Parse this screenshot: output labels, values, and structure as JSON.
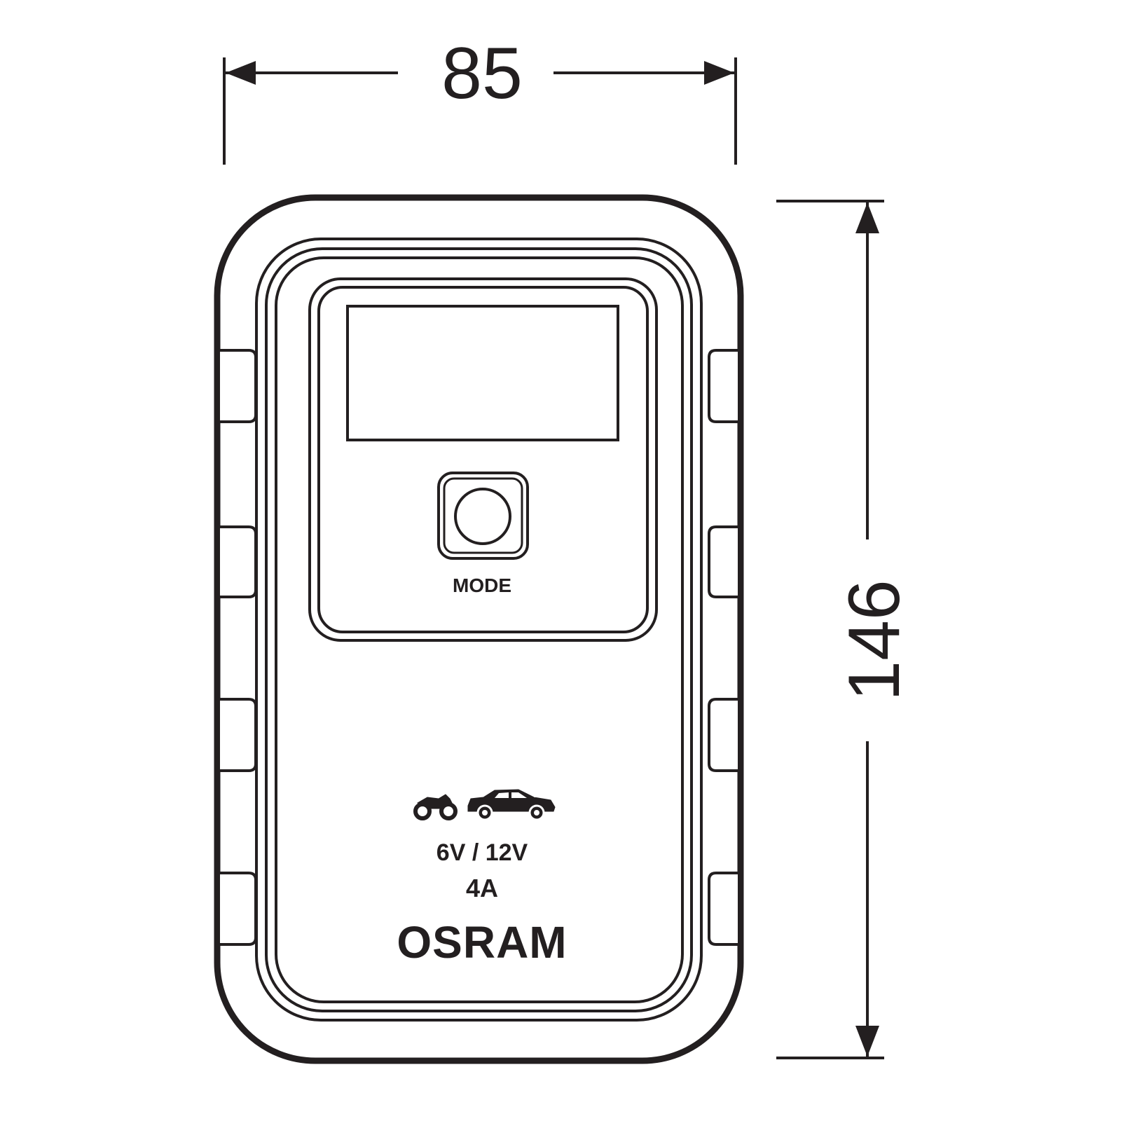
{
  "dimensions": {
    "width_label": "85",
    "height_label": "146"
  },
  "device": {
    "button_label": "MODE",
    "voltage": "6V / 12V",
    "current": "4A",
    "brand": "OSRAM",
    "icons": [
      "motorcycle-icon",
      "car-icon"
    ]
  },
  "colors": {
    "line": "#231f20",
    "background": "#ffffff"
  }
}
